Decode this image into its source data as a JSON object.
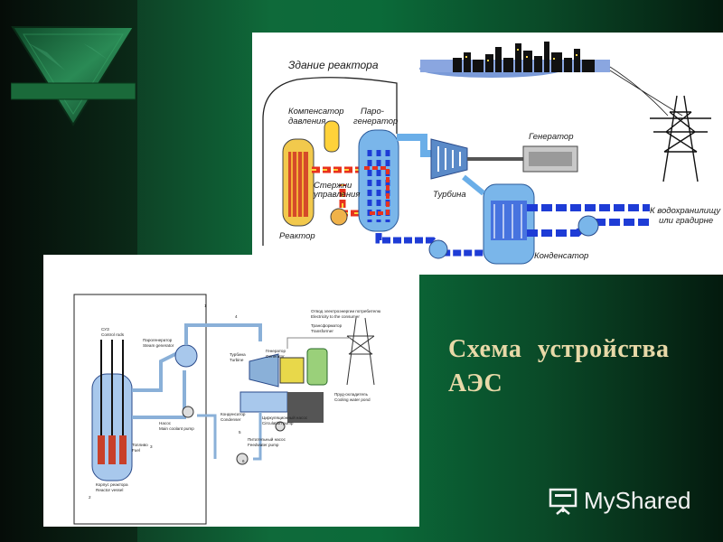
{
  "slide": {
    "title_line1": "Схема  устройства",
    "title_line2": "АЭС",
    "watermark": "MyShared"
  },
  "colors": {
    "title": "#e8d9a8",
    "hot_loop": "#e8321e",
    "cold_loop": "#1e3cd6",
    "steam": "#6aaee8"
  },
  "top_diagram": {
    "reactor_building": "Здание реактора",
    "pressurizer_l1": "Компенсатор",
    "pressurizer_l2": "давления",
    "steam_gen_l1": "Паро-",
    "steam_gen_l2": "генератор",
    "control_rods_l1": "Стержни",
    "control_rods_l2": "управления",
    "reactor": "Реактор",
    "turbine": "Турбина",
    "generator": "Генератор",
    "condenser": "Конденсатор",
    "cooling_l1": "К водохранилищу",
    "cooling_l2": "или градирне"
  },
  "bottom_diagram": {
    "control_rods_ru": "СУЗ",
    "control_rods_en": "Control rods",
    "steam_gen_ru": "Парогенератор",
    "steam_gen_en": "Steam generator",
    "turbine_ru": "Турбина",
    "turbine_en": "Turbine",
    "generator_ru": "Генератор",
    "generator_en": "Generator",
    "transformer_ru": "Трансформатор",
    "transformer_en": "Transformer",
    "output_ru": "Отвод электроэнергии потребителю",
    "output_en": "Electricity to the consumer",
    "pump_ru": "Насос",
    "pump_en": "Main coolant pump",
    "fuel_ru": "Топливо",
    "fuel_en": "Fuel",
    "vessel_ru": "Корпус реактора",
    "vessel_en": "Reactor vessel",
    "condenser_ru": "Конденсатор",
    "condenser_en": "Condenser",
    "circ_pump_ru": "Циркуляционный насос",
    "circ_pump_en": "Circulation pump",
    "cooling_pond_ru": "Пруд-охладитель",
    "cooling_pond_en": "Cooling water pond",
    "feed_pump_ru": "Питательный насос",
    "feed_pump_en": "Feedwater pump",
    "n1": "1",
    "n2": "2",
    "n3": "3",
    "n4": "4",
    "n5": "5",
    "n6": "6"
  }
}
